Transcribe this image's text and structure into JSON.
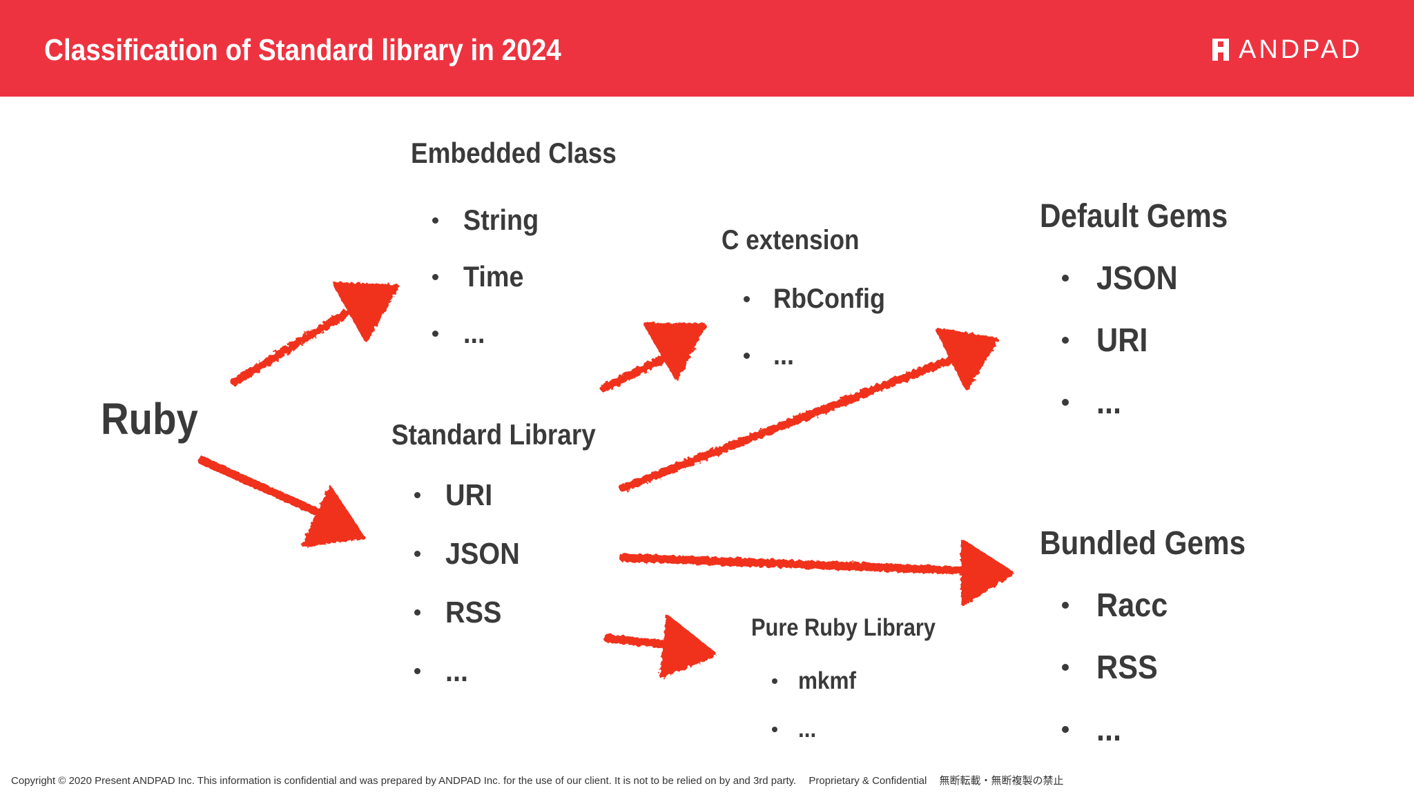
{
  "header": {
    "title": "Classification of Standard library in 2024",
    "brand": "ANDPAD",
    "background": "#ee3340"
  },
  "diagram": {
    "root": "Ruby",
    "embedded": {
      "title": "Embedded Class",
      "items": [
        "String",
        "Time",
        "..."
      ]
    },
    "standard": {
      "title": "Standard Library",
      "items": [
        "URI",
        "JSON",
        "RSS",
        "..."
      ]
    },
    "c_extension": {
      "title": "C extension",
      "items": [
        "RbConfig",
        "..."
      ]
    },
    "pure_ruby": {
      "title": "Pure Ruby Library",
      "items": [
        "mkmf",
        "..."
      ]
    },
    "default_gems": {
      "title": "Default Gems",
      "items": [
        "JSON",
        "URI",
        "..."
      ]
    },
    "bundled_gems": {
      "title": "Bundled Gems",
      "items": [
        "Racc",
        "RSS",
        "..."
      ]
    },
    "arrow_color": "#f0301c"
  },
  "footer": {
    "copyright": "Copyright © 2020 Present ANDPAD Inc. This information is confidential and was prepared by ANDPAD Inc. for the use of our client. It is not to be relied on by and 3rd party.",
    "confidential": "Proprietary & Confidential",
    "notice": "無断転載・無断複製の禁止"
  }
}
